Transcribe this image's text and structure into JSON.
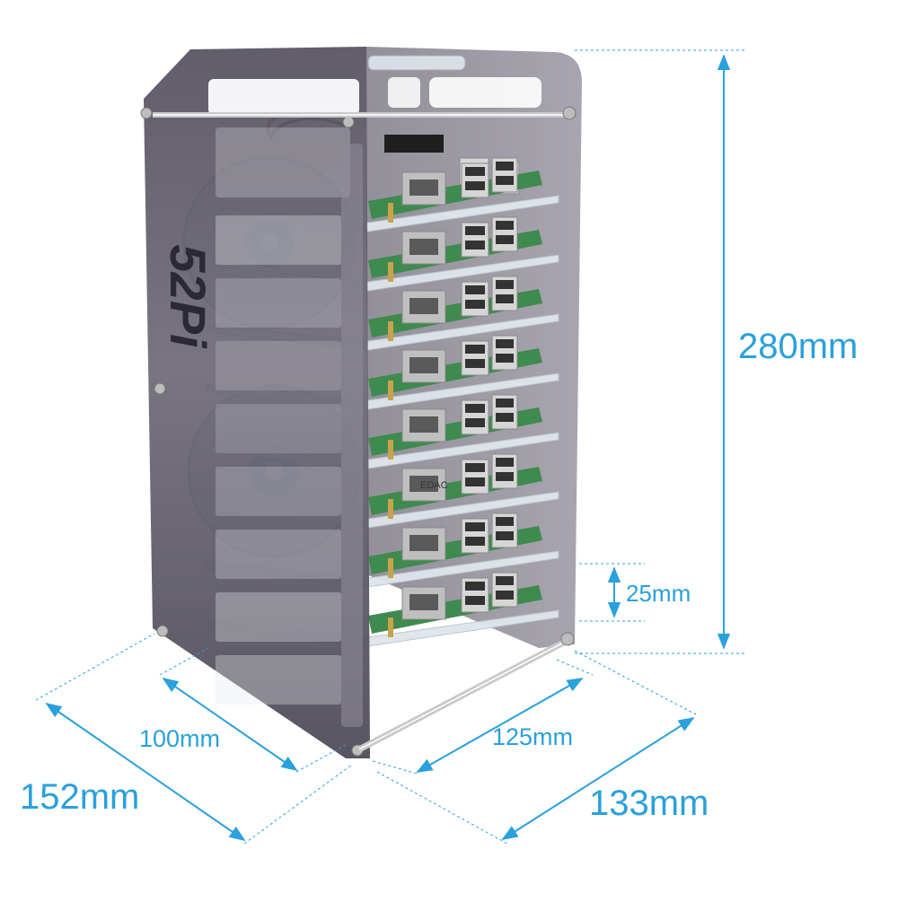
{
  "product": {
    "brand_mark": "52Pi"
  },
  "dimensions": {
    "height": "280mm",
    "layer_spacing": "25mm",
    "inner_depth": "100mm",
    "inner_width": "125mm",
    "outer_depth": "152mm",
    "outer_width": "133mm"
  },
  "board_chip_label": "EDAC",
  "colors": {
    "dimension": "#2aa0dc",
    "acrylic_dark": "#5c5866",
    "acrylic_clear": "#dfe6ec",
    "pcb": "#3f8a4e",
    "metal": "#c9c9c9"
  },
  "layers": 8
}
